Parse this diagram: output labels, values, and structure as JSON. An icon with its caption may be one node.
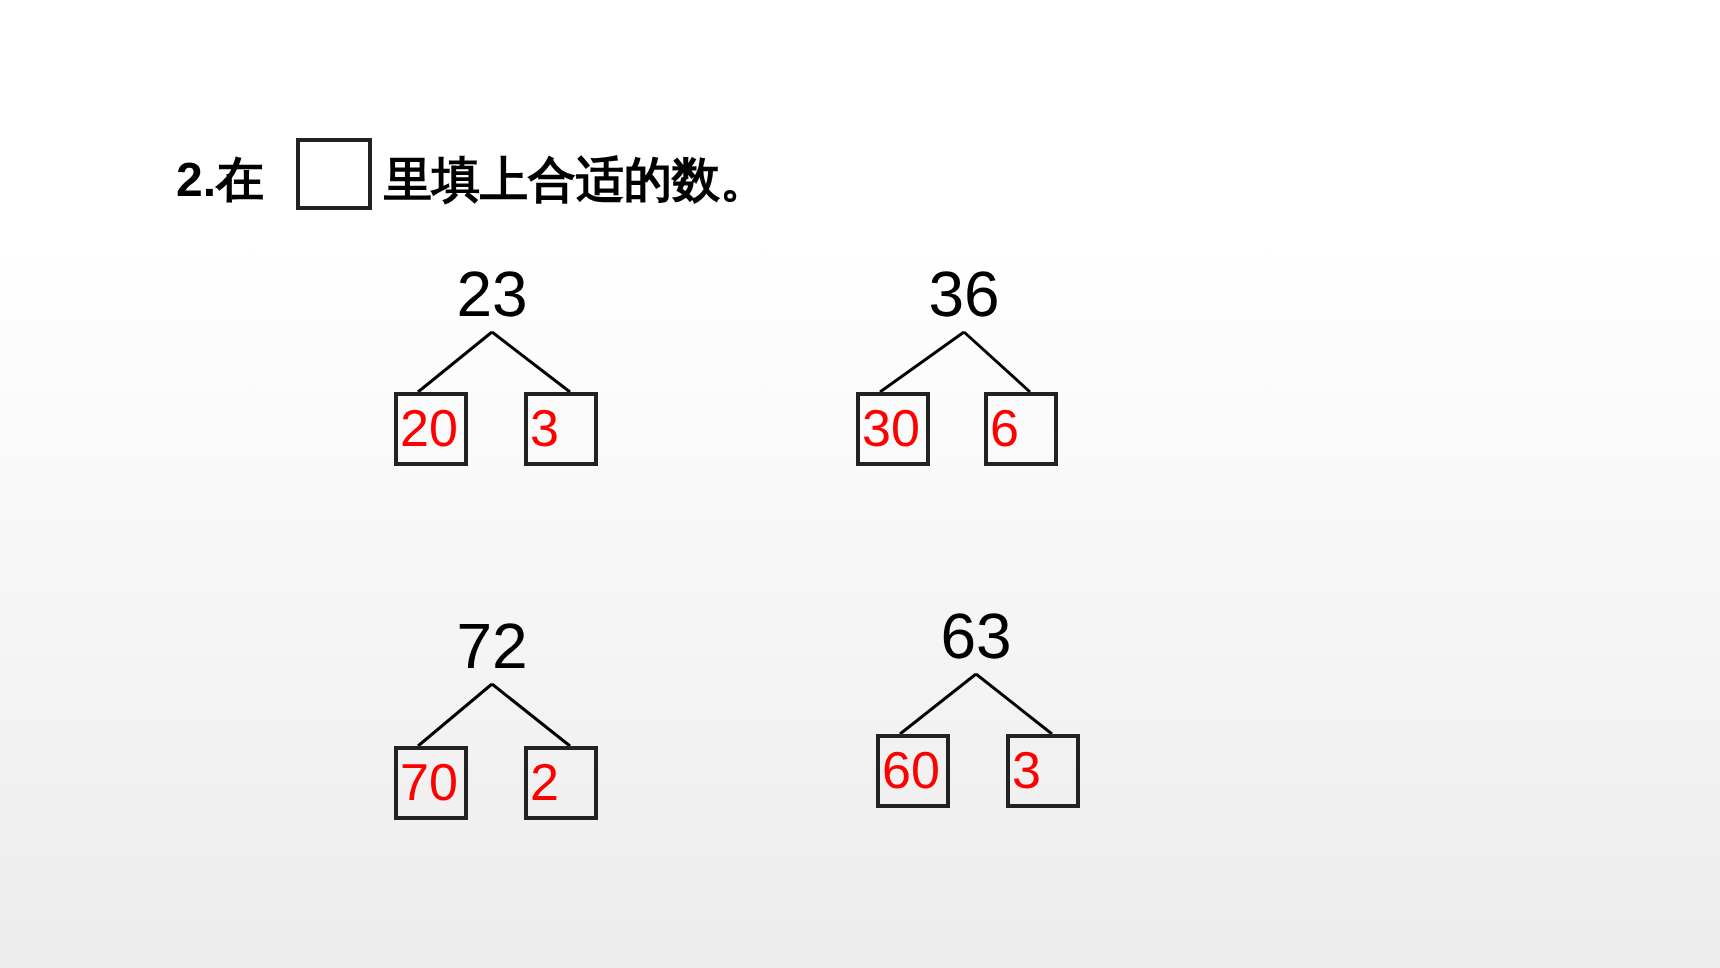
{
  "diagram": {
    "nodes": [
      {
        "text": [],
        "shape": "box"
      },
      {
        "text": [
          "23"
        ]
      },
      {
        "text": [
          "20"
        ]
      },
      {
        "text": [
          "3"
        ]
      },
      {
        "text": [
          "36"
        ]
      },
      {
        "text": [
          "30"
        ]
      },
      {
        "text": [
          "6"
        ]
      },
      {
        "text": [
          "72"
        ]
      },
      {
        "text": [
          "70"
        ]
      },
      {
        "text": [
          "2"
        ]
      },
      {
        "text": [
          "63"
        ]
      },
      {
        "text": [
          "60"
        ]
      },
      {
        "text": [
          "3"
        ]
      }
    ],
    "edges": [
      {
        "from": 1,
        "to": 2,
        "arrow": "none"
      },
      {
        "from": 1,
        "to": 3,
        "arrow": "none"
      },
      {
        "from": 4,
        "to": 5,
        "arrow": "none"
      },
      {
        "from": 4,
        "to": 6,
        "arrow": "none"
      },
      {
        "from": 7,
        "to": 8,
        "arrow": "none"
      },
      {
        "from": 7,
        "to": 9,
        "arrow": "none"
      },
      {
        "from": 10,
        "to": 11,
        "arrow": "none"
      },
      {
        "from": 10,
        "to": 12,
        "arrow": "none"
      }
    ],
    "labels": [
      "2.在",
      "里填上合适的数。"
    ]
  }
}
